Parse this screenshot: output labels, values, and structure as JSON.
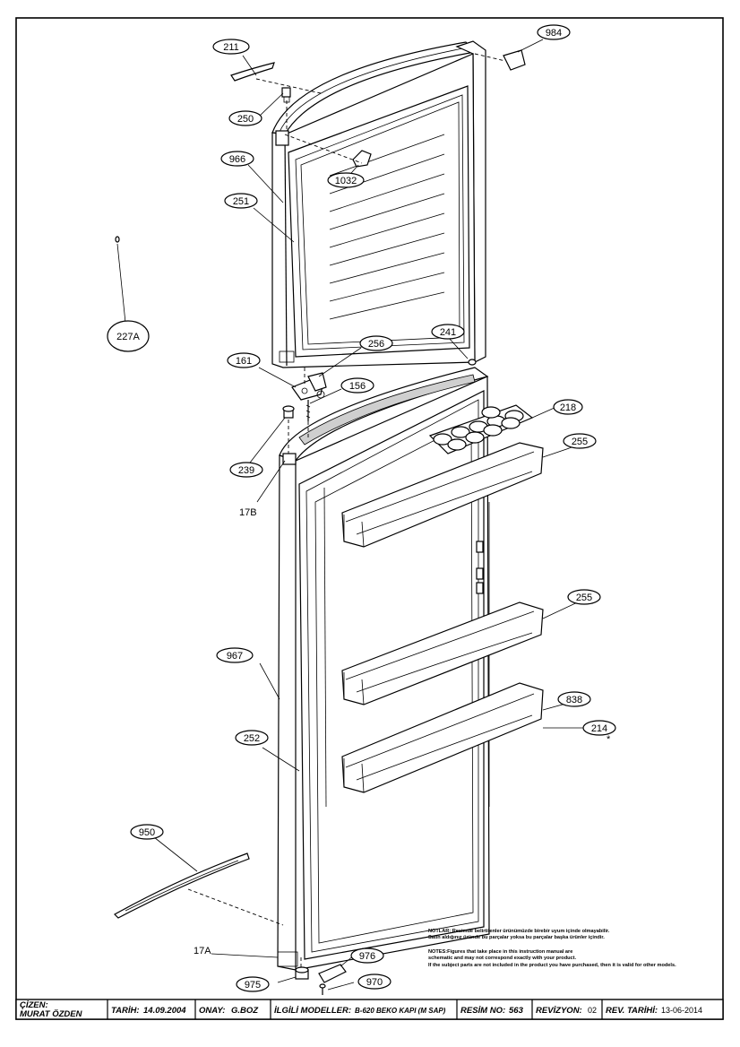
{
  "callouts": {
    "c211": "211",
    "c984": "984",
    "c250": "250",
    "c966": "966",
    "c1032": "1032",
    "c251": "251",
    "c227a": "227A",
    "c161": "161",
    "c256": "256",
    "c241": "241",
    "c156": "156",
    "c218": "218",
    "c239": "239",
    "c255a": "255",
    "c17b": "17B",
    "c255b": "255",
    "c967": "967",
    "c838": "838",
    "c214": "214",
    "c214_mark": "*",
    "c252": "252",
    "c950": "950",
    "c17a": "17A",
    "c976": "976",
    "c975": "975",
    "c970": "970"
  },
  "notes": {
    "tr_1": "NOTLAR: Resimde belirtilenler ürünümüzde birebir uyum içinde olmayabilir.",
    "tr_2": "Satın aldığınız üründe bu parçalar yoksa bu parçalar başka ürünler içindir.",
    "en_1": "NOTES:Figures that take place in this instruction manual are",
    "en_2": "schematic  and may not correspond exactly with your product.",
    "en_3": "If the subject parts are not included in the product you have purchased, then it is valid for other models."
  },
  "title_block": {
    "cizen_label": "ÇİZEN:",
    "cizen_value": "MURAT ÖZDEN",
    "tarih_label": "TARİH:",
    "tarih_value": "14.09.2004",
    "onay_label": "ONAY:",
    "onay_value": "G.BOZ",
    "modeller_label": "İLGİLİ MODELLER:",
    "modeller_value": "B-620 BEKO KAPI (M SAP)",
    "resim_label": "RESİM NO:",
    "resim_value": "563",
    "revizyon_label": "REVİZYON:",
    "revizyon_value": "02",
    "revtarih_label": "REV. TARİHİ:",
    "revtarih_value": "13-06-2014"
  }
}
